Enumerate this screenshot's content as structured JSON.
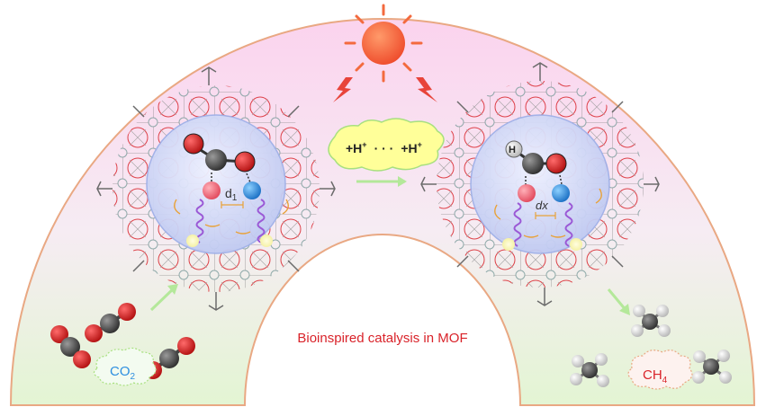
{
  "caption": "Bioinspired catalysis in MOF",
  "proton_bubble": {
    "h_left": "+H",
    "sup_left": "+",
    "dots": "· · ·",
    "h_right": "+H",
    "sup_right": "+"
  },
  "labels": {
    "d1_letter": "d",
    "d1_sub": "1",
    "dx": "dx",
    "co2_text": "CO",
    "co2_sub": "2",
    "ch4_text": "CH",
    "ch4_sub": "4",
    "atom_h": "H"
  },
  "colors": {
    "arch_top": "#f9c8e8",
    "arch_bottom": "#e6f6d8",
    "arch_stroke": "#e9a883",
    "caption": "#d9232a",
    "sun": "#f36a3e",
    "oxygen": "#d81e1e",
    "carbon": "#555555",
    "pink_atom": "#f26b7b",
    "blue_atom": "#2e8fe0",
    "spring": "#9b59d6",
    "arrow_green": "#b4e89a",
    "bubble_fill": "#ffff99",
    "bubble_stroke": "#a8e07f"
  }
}
